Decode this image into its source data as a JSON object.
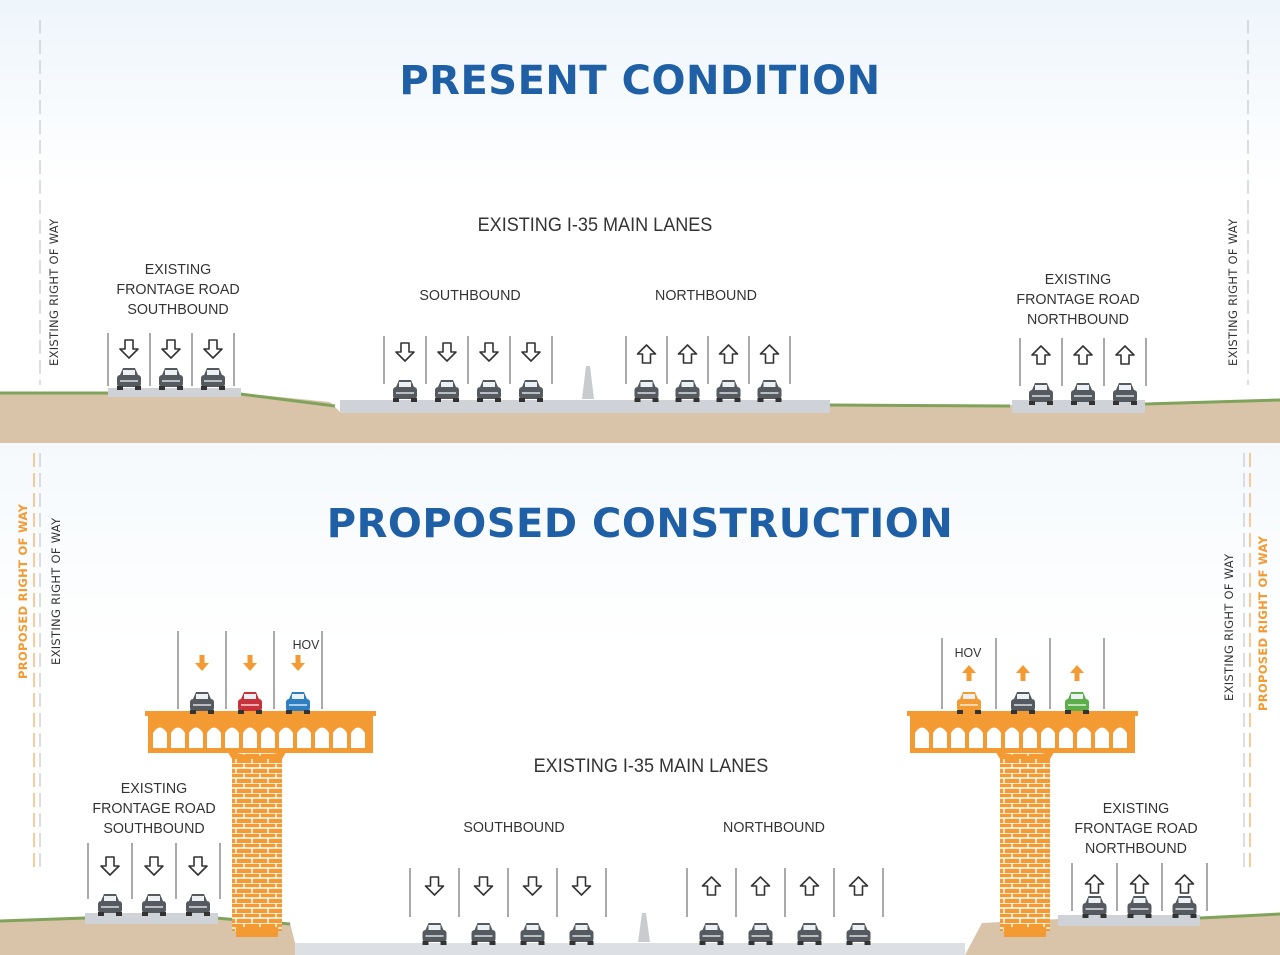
{
  "present": {
    "title": "PRESENT CONDITION",
    "row_label_left": "EXISTING RIGHT OF WAY",
    "row_label_right": "EXISTING RIGHT OF WAY",
    "main_lanes_label": "EXISTING I-35 MAIN LANES",
    "frontage_sb": [
      "EXISTING",
      "FRONTAGE ROAD",
      "SOUTHBOUND"
    ],
    "frontage_nb": [
      "EXISTING",
      "FRONTAGE ROAD",
      "NORTHBOUND"
    ],
    "southbound_label": "SOUTHBOUND",
    "northbound_label": "NORTHBOUND"
  },
  "proposed": {
    "title": "PROPOSED CONSTRUCTION",
    "proposed_row_label_left": "PROPOSED RIGHT OF WAY",
    "existing_row_label_left": "EXISTING RIGHT OF WAY",
    "proposed_row_label_right": "PROPOSED RIGHT OF WAY",
    "existing_row_label_right": "EXISTING RIGHT OF WAY",
    "main_lanes_label": "EXISTING I-35 MAIN LANES",
    "frontage_sb": [
      "EXISTING",
      "FRONTAGE ROAD",
      "SOUTHBOUND"
    ],
    "frontage_nb": [
      "EXISTING",
      "FRONTAGE ROAD",
      "NORTHBOUND"
    ],
    "southbound_label": "SOUTHBOUND",
    "northbound_label": "NORTHBOUND",
    "hov_left": "HOV",
    "hov_right": "HOV"
  },
  "colors": {
    "title_blue": "#1f5fa6",
    "ground": "#d9c3a9",
    "grass": "#7fa35b",
    "pavement": "#cfd2d6",
    "orange": "#f39a32",
    "car_dark": "#555a61",
    "car_red": "#c8323a",
    "car_blue": "#2e7fc1",
    "car_green": "#5cae4a"
  }
}
